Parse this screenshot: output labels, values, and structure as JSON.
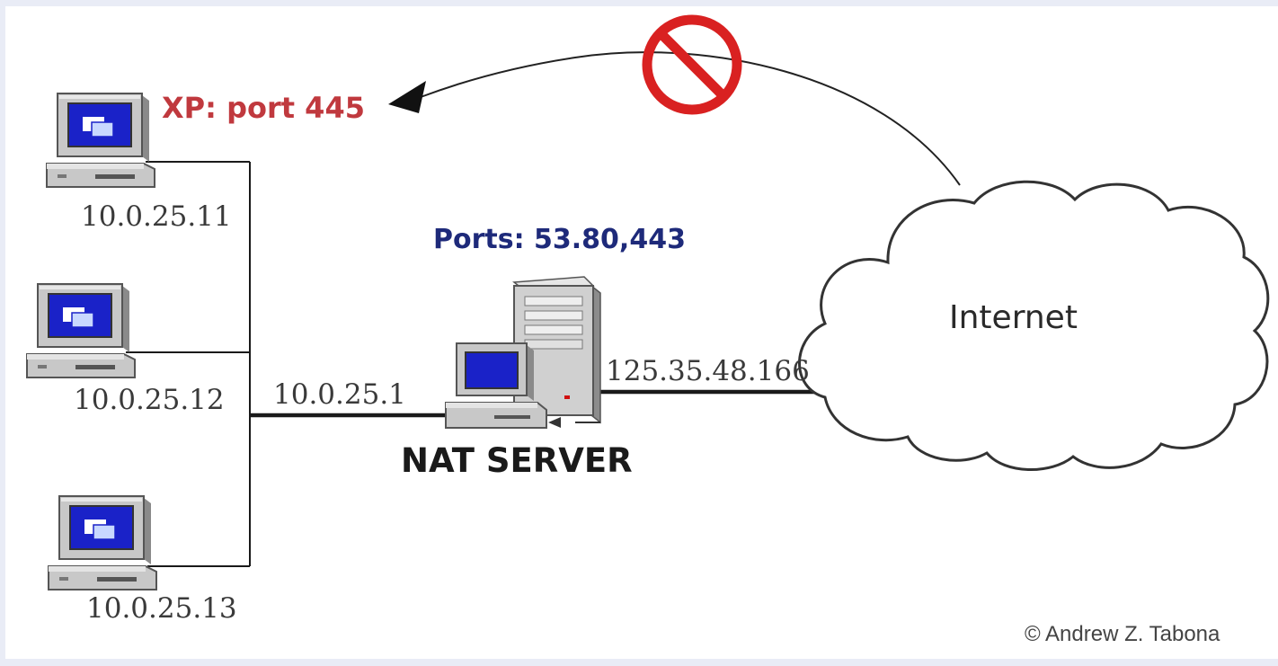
{
  "diagram": {
    "blocked_traffic_label": "XP: port 445",
    "allowed_ports_label": "Ports: 53.80,443",
    "server_label": "NAT SERVER",
    "server_internal_ip": "10.0.25.1",
    "server_external_ip": "125.35.48.166",
    "cloud_label": "Internet",
    "clients": [
      {
        "ip": "10.0.25.11"
      },
      {
        "ip": "10.0.25.12"
      },
      {
        "ip": "10.0.25.13"
      }
    ],
    "copyright": "© Andrew Z. Tabona"
  },
  "colors": {
    "blocked_label": "#c0393e",
    "ports_label": "#1e2a7a",
    "prohibition_sign": "#d92121",
    "screen": "#1a22c8"
  }
}
